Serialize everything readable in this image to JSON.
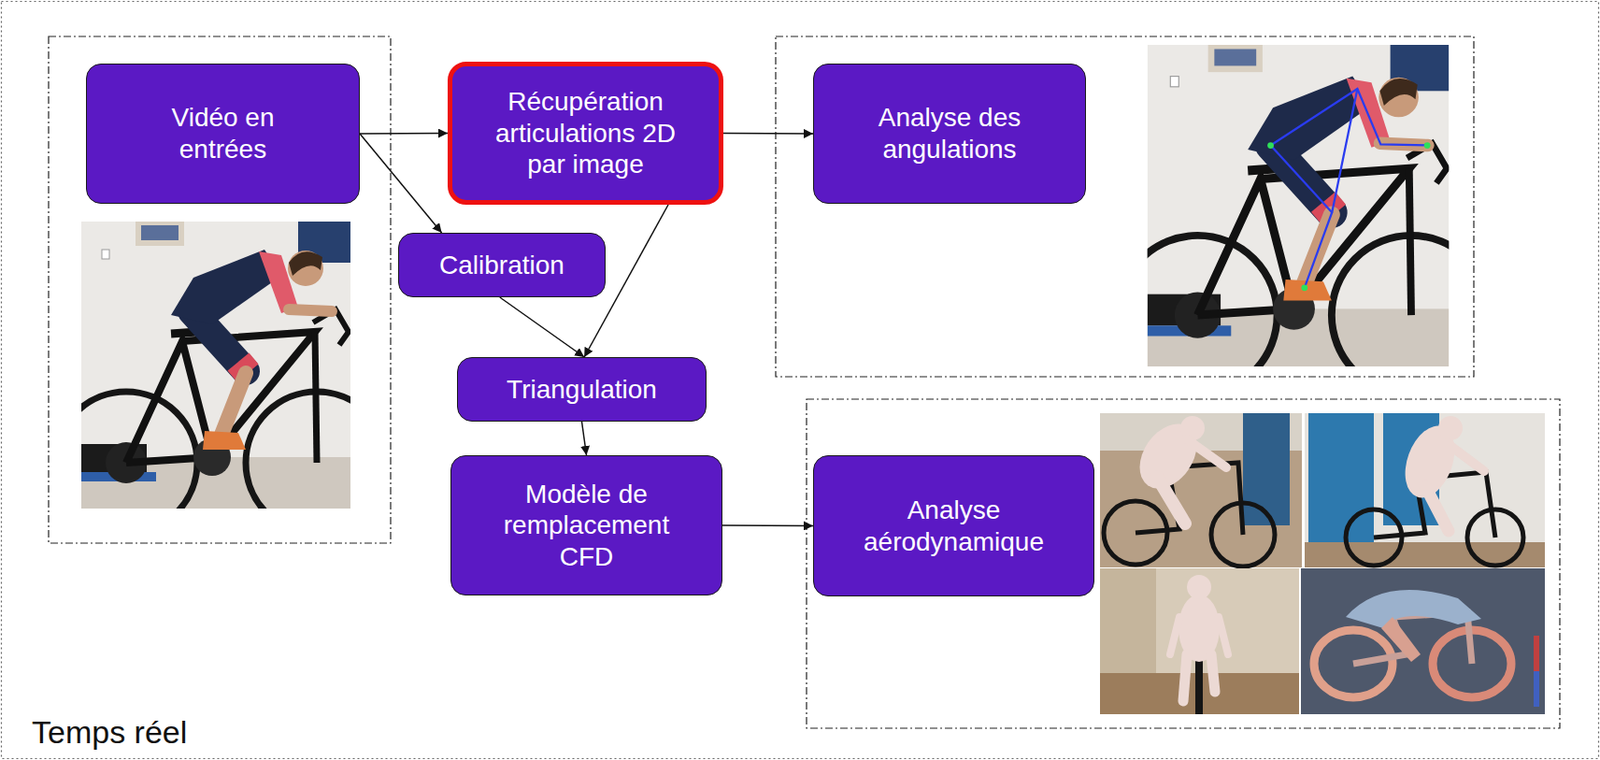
{
  "diagram": {
    "nodes": [
      {
        "text": [
          "Vidéo en entrées"
        ]
      },
      {
        "text": [
          "Récupération articulations 2D par image"
        ]
      },
      {
        "text": [
          "Analyse des angulations"
        ]
      },
      {
        "text": [
          "Calibration"
        ]
      },
      {
        "text": [
          "Triangulation"
        ]
      },
      {
        "text": [
          "Modèle de remplacement CFD"
        ]
      },
      {
        "text": [
          "Analyse aérodynamique"
        ]
      }
    ],
    "edges": [
      {
        "from": 0,
        "to": 1,
        "arrow": "to"
      },
      {
        "from": 0,
        "to": 3,
        "arrow": "to"
      },
      {
        "from": 1,
        "to": 2,
        "arrow": "to"
      },
      {
        "from": 1,
        "to": 4,
        "arrow": "to"
      },
      {
        "from": 3,
        "to": 4,
        "arrow": "to"
      },
      {
        "from": 4,
        "to": 5,
        "arrow": "to"
      },
      {
        "from": 5,
        "to": 6,
        "arrow": "to"
      }
    ],
    "labels": [
      "Temps réel"
    ]
  }
}
